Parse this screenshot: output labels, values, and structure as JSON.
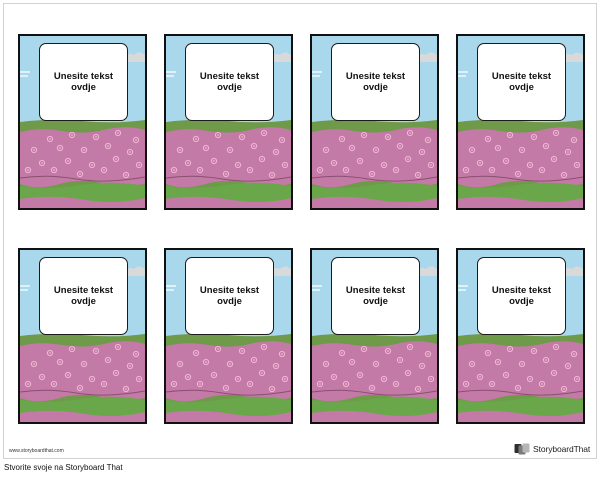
{
  "cards": [
    {
      "text": "Unesite tekst ovdje"
    },
    {
      "text": "Unesite tekst ovdje"
    },
    {
      "text": "Unesite tekst ovdje"
    },
    {
      "text": "Unesite tekst ovdje"
    },
    {
      "text": "Unesite tekst ovdje"
    },
    {
      "text": "Unesite tekst ovdje"
    },
    {
      "text": "Unesite tekst ovdje"
    },
    {
      "text": "Unesite tekst ovdje"
    }
  ],
  "sheet": {
    "site_link": "www.storyboardthat.com",
    "logo_text": "StoryboardThat"
  },
  "footer": {
    "text": "Stvorite svoje na Storyboard That"
  },
  "colors": {
    "sky": "#a9d7ec",
    "cloud": "#d9d9d9",
    "hill": "#6e9a4a",
    "grass": "#6aa64a",
    "flowers": "#c47aa6",
    "flower_dots": "#f2b8d6",
    "card_border": "#111111"
  },
  "icons": {
    "logo": "storyboardthat-logo-icon"
  }
}
